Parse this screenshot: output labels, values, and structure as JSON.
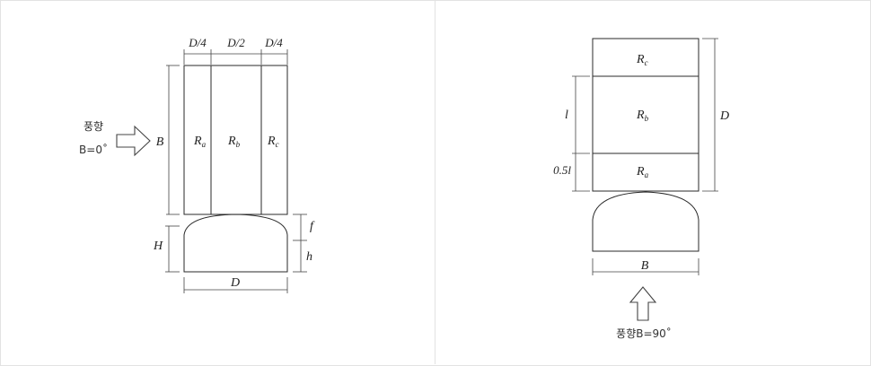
{
  "left": {
    "dims_top": [
      "D/4",
      "D/2",
      "D/4"
    ],
    "regions": [
      "R",
      "R",
      "R"
    ],
    "region_subs": [
      "a",
      "b",
      "c"
    ],
    "side_B": "B",
    "side_H": "H",
    "side_f": "f",
    "side_h": "h",
    "bottom_D": "D",
    "wind_label": "풍향",
    "wind_angle": "B=0˚"
  },
  "right": {
    "regions": [
      "R",
      "R",
      "R"
    ],
    "region_subs": [
      "c",
      "b",
      "a"
    ],
    "dim_l": "l",
    "dim_05l": "0.5l",
    "side_D": "D",
    "bottom_B": "B",
    "wind_text": "풍향B=90˚"
  },
  "colors": {
    "line": "#2a2a2a",
    "border": "#e2e2e2",
    "text": "#333333"
  },
  "icons": [
    "right-arrow-icon",
    "up-arrow-icon"
  ]
}
